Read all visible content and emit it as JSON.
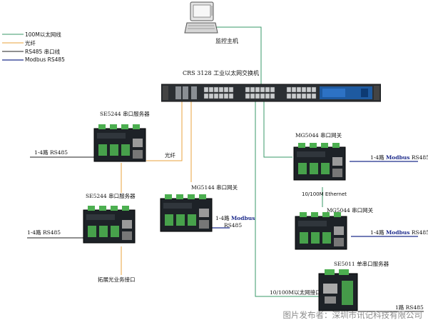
{
  "colors": {
    "ethernet": "#3a9a6a",
    "fiber": "#e8a33d",
    "rs485": "#222222",
    "modbus": "#1f2d8c",
    "device_body": "#1d2227",
    "terminal_green": "#4caf50"
  },
  "legend": [
    {
      "label": "100M以太网线",
      "line_color": "#3a9a6a"
    },
    {
      "label": "光纤",
      "line_color": "#e8a33d"
    },
    {
      "label": "RS485 串口线",
      "line_color": "#222222"
    },
    {
      "label": "Modbus RS485",
      "line_color": "#1f2d8c"
    }
  ],
  "pc": {
    "label": "监控主机",
    "icon": "computer-icon"
  },
  "switch": {
    "label": "CRS 3128 工业以太网交换机"
  },
  "devices": {
    "se5244_top": {
      "label": "SE5244 串口服务器"
    },
    "se5244_bottom": {
      "label": "SE5244 串口服务器"
    },
    "mg5144": {
      "label": "MG5144 串口网关"
    },
    "mg5044_top": {
      "label": "MG5044 串口网关"
    },
    "mg5044_bottom": {
      "label": "MG5044 串口网关"
    },
    "se5011": {
      "label": "SE5011 单串口服务器"
    }
  },
  "link_labels": {
    "fiber": "光纤",
    "ethernet_between": "10/100M Ethernet",
    "ethernet_port": "10/100M以太网接口",
    "expand": "拓展光业务接口"
  },
  "endpoints": {
    "se_top": {
      "prefix": "1-4路",
      "suffix": " RS485"
    },
    "se_bottom": {
      "prefix": "1-4路",
      "suffix": " RS485"
    },
    "mg5144": {
      "prefix": "1-4路",
      "bold": "Modbus",
      "line2": "RS485"
    },
    "mg_top": {
      "prefix": "1-4路",
      "bold": "Modbus",
      "suffix": " RS485"
    },
    "mg_bottom": {
      "prefix": "1-4路",
      "bold": "Modbus",
      "suffix": " RS485"
    },
    "se5011": {
      "prefix": "1路",
      "suffix": " RS485"
    }
  },
  "watermark": "图片发布者：深圳市讯记科技有限公司"
}
